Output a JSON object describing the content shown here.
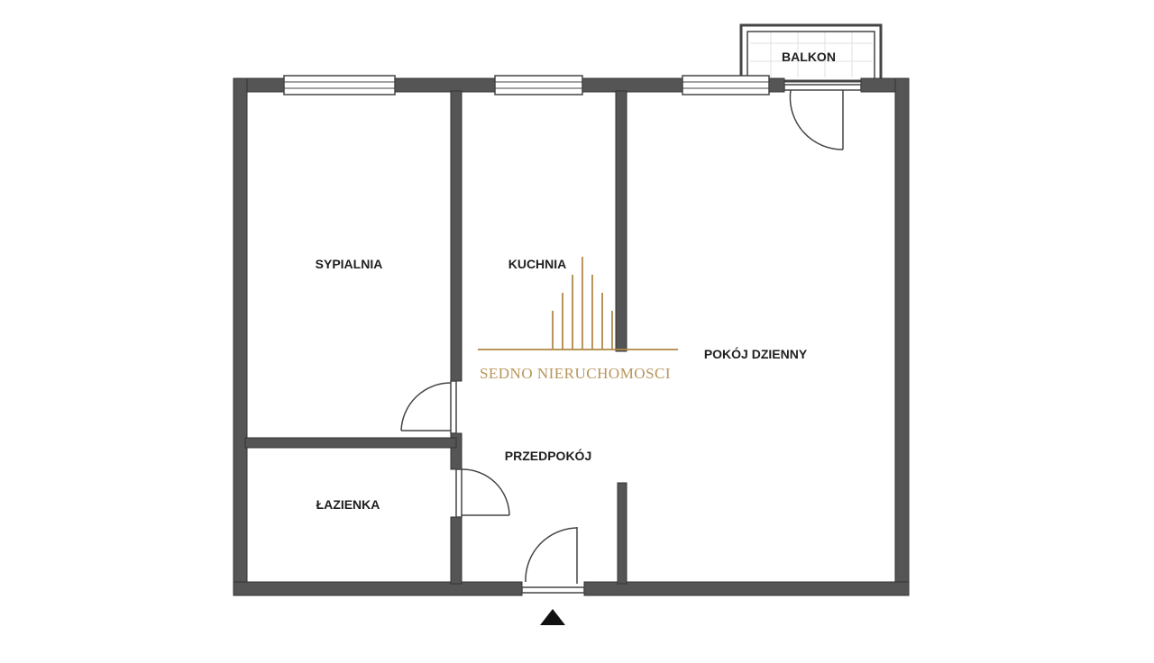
{
  "rooms": {
    "bedroom": "SYPIALNIA",
    "kitchen": "KUCHNIA",
    "living": "POKÓJ DZIENNY",
    "hall": "PRZEDPOKÓJ",
    "bathroom": "ŁAZIENKA",
    "balcony": "BALKON"
  },
  "watermark": {
    "text": "SEDNO NIERUCHOMOSCI",
    "color": "#b08a4a"
  },
  "colors": {
    "wall": "#555555",
    "wall_edge": "#333333",
    "line": "#444444",
    "tile": "#dddddd"
  },
  "icons": {
    "entrance": "entrance-arrow-icon",
    "watermark_logo": "sedno-logo-icon"
  }
}
